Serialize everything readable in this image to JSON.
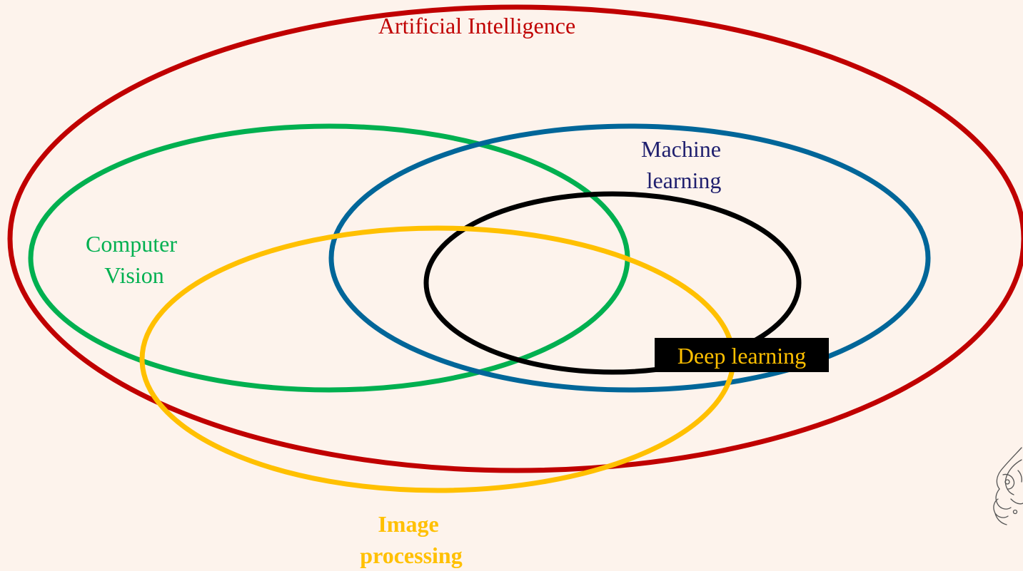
{
  "diagram": {
    "sets": [
      {
        "id": "ai",
        "label": [
          "Artificial Intelligence"
        ],
        "color": "#c00000",
        "bold": false
      },
      {
        "id": "cv",
        "label": [
          "Computer",
          "Vision"
        ],
        "color": "#00b050",
        "bold": false
      },
      {
        "id": "ml",
        "label": [
          "Machine",
          "learning"
        ],
        "color": "#1f1f6e",
        "stroke": "#006699",
        "bold": false
      },
      {
        "id": "dl",
        "label": [
          "Deep learning"
        ],
        "color": "#ffc000",
        "stroke": "#000000",
        "label_background": "#000000",
        "bold": false
      },
      {
        "id": "ip",
        "label": [
          "Image",
          "processing"
        ],
        "color": "#ffc000",
        "bold": true
      }
    ]
  },
  "decoration": {
    "name": "ornament-icon",
    "color": "#555555"
  }
}
